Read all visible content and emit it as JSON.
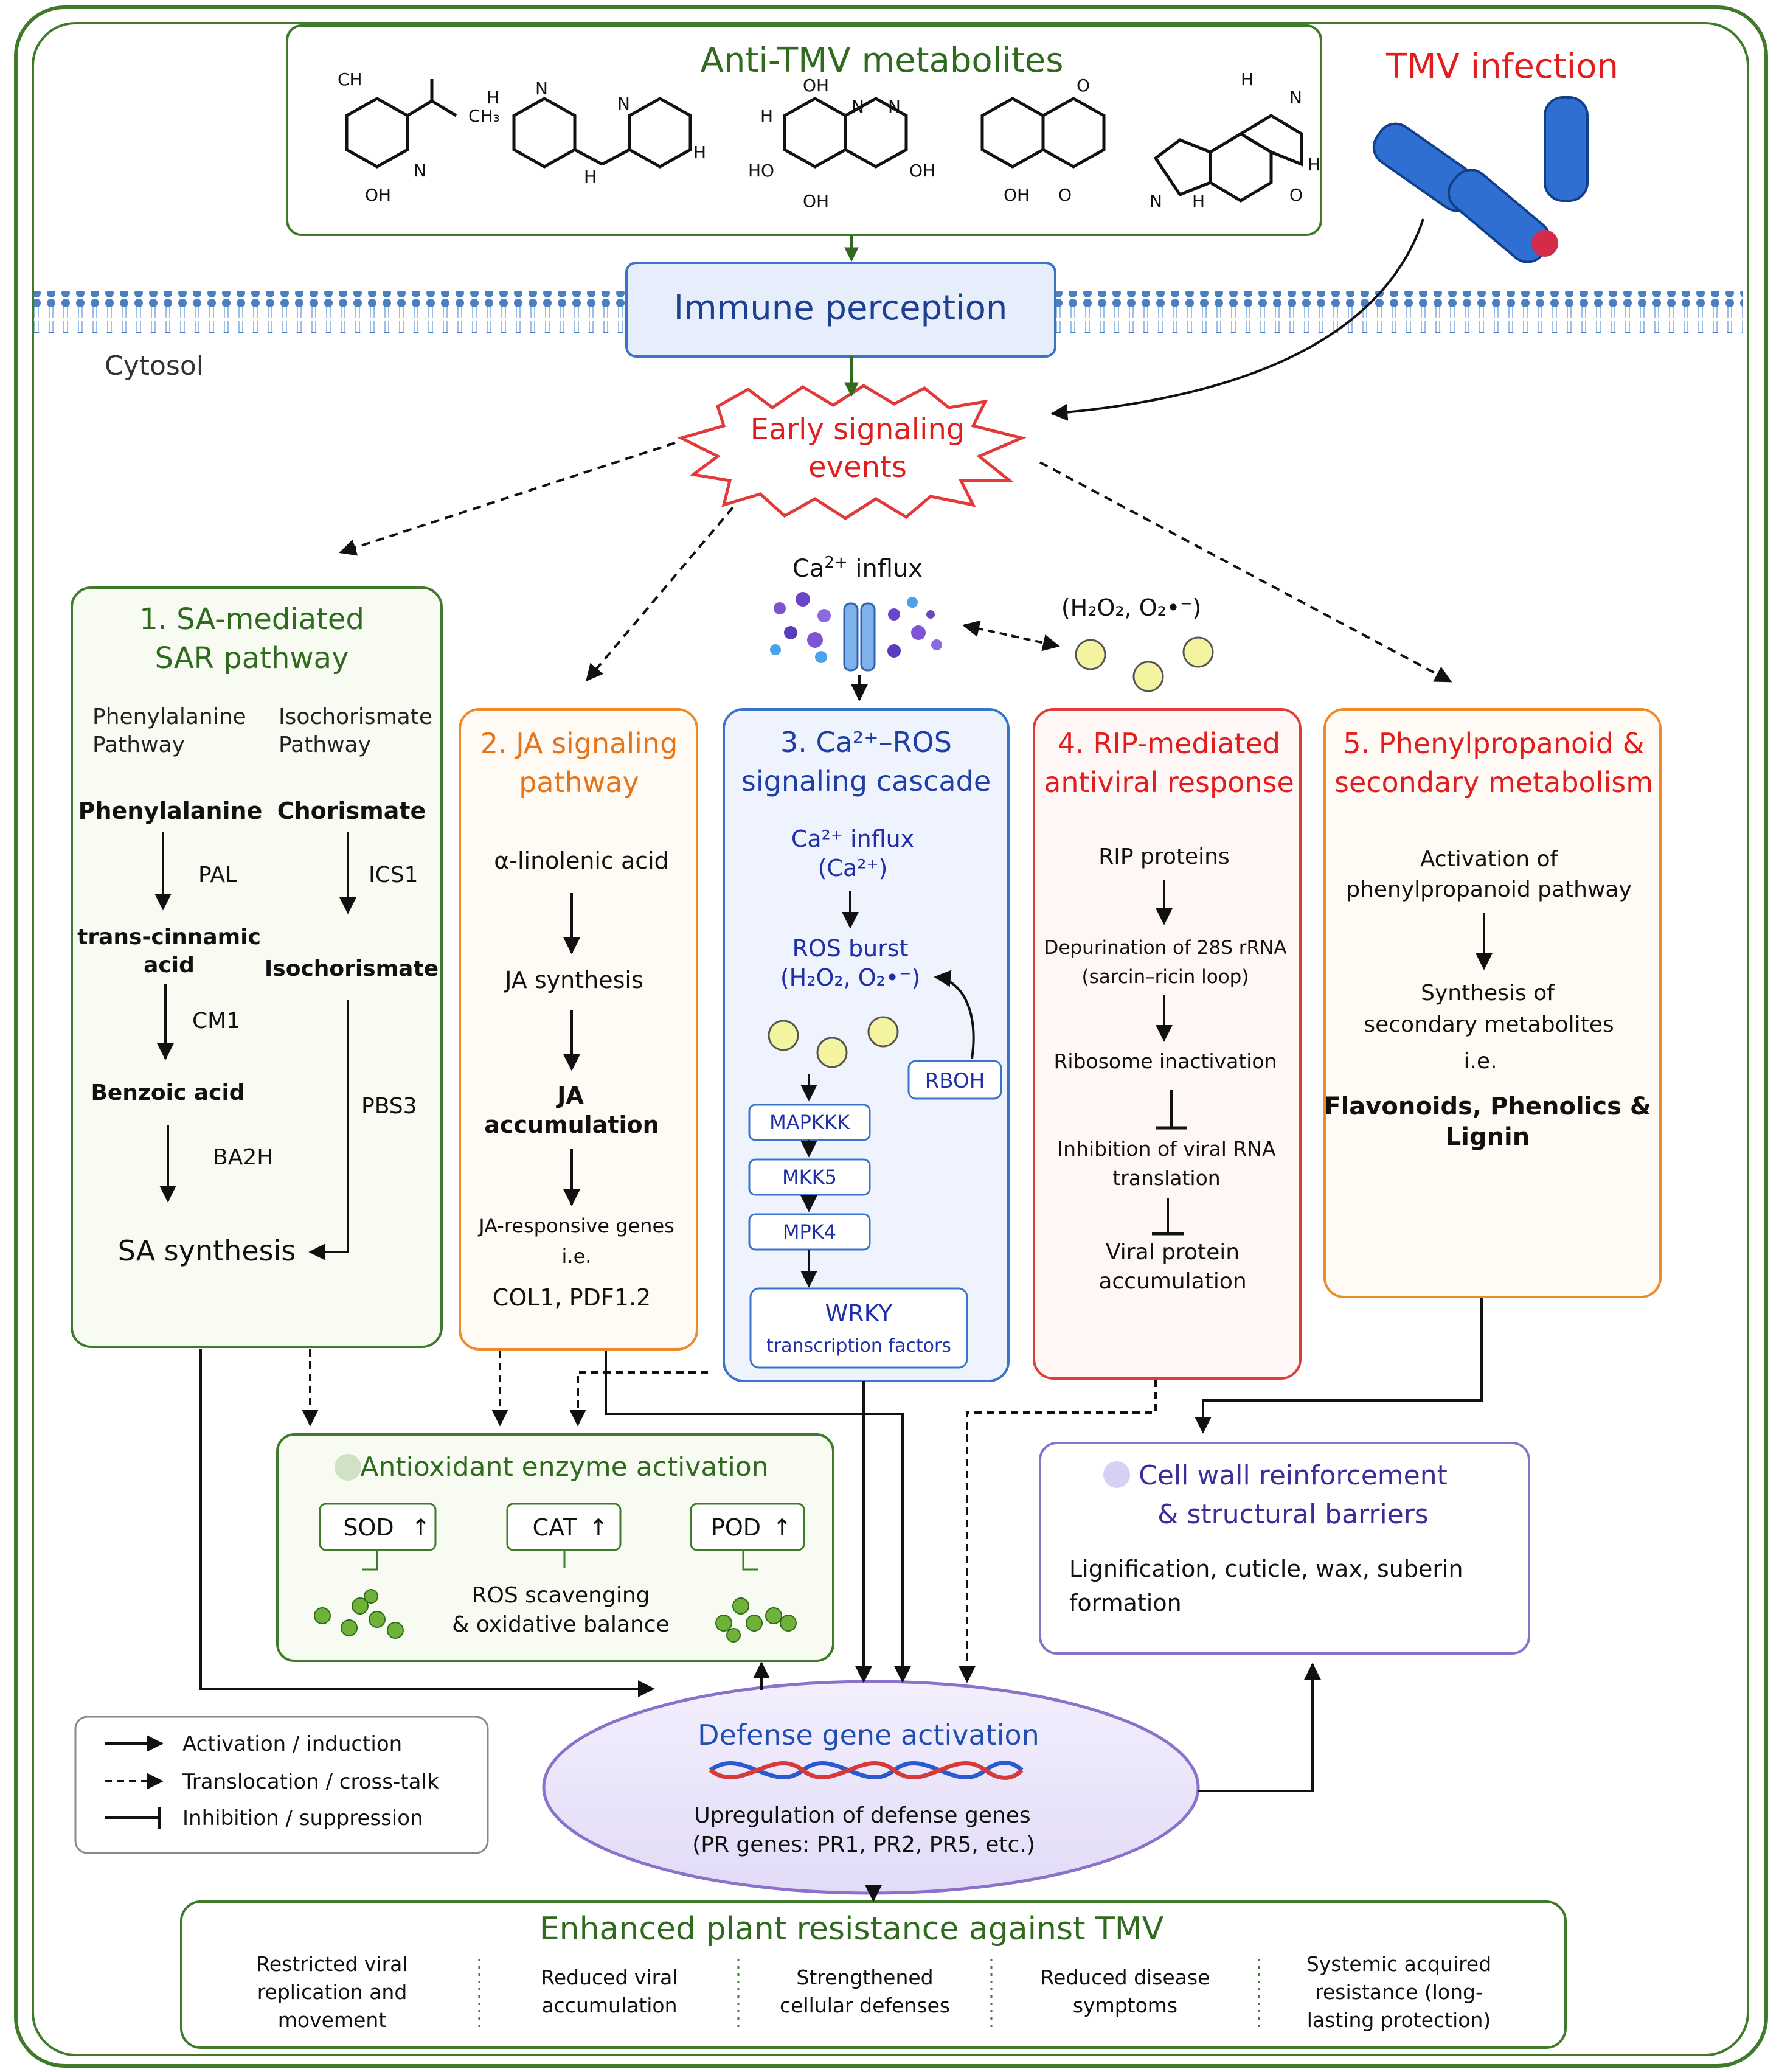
{
  "colors": {
    "green": "#3f7a2a",
    "orange": "#ef8a2a",
    "blue": "#3a74c9",
    "red": "#e23a3a",
    "purple": "#8a72cc",
    "dark_blue_text": "#1f2fa8",
    "red_text": "#e01e1e"
  },
  "metabolites": {
    "title": "Anti-TMV metabolites"
  },
  "tmv": {
    "title": "TMV infection"
  },
  "immune": {
    "label": "Immune perception"
  },
  "cytosol": "Cytosol",
  "early": {
    "line1": "Early signaling",
    "line2": "events"
  },
  "ca_influx_top": {
    "label": "Ca",
    "sup": "2+",
    "rest": " influx"
  },
  "ros_top": {
    "label": "(H₂O₂, O₂•⁻)"
  },
  "sa": {
    "title1": "1. SA-mediated",
    "title2": "SAR pathway",
    "col1_head1": "Phenylalanine",
    "col1_head2": "Pathway",
    "col2_head1": "Isochorismate",
    "col2_head2": "Pathway",
    "phe": "Phenylalanine",
    "pal": "PAL",
    "tca1": "trans-cinnamic",
    "tca2": "acid",
    "cm1": "CM1",
    "benzoic": "Benzoic acid",
    "ba2h": "BA2H",
    "chorismate": "Chorismate",
    "ics1": "ICS1",
    "isochorismate": "Isochorismate",
    "pbs3": "PBS3",
    "sa_synthesis": "SA synthesis"
  },
  "ja": {
    "title1": "2. JA signaling",
    "title2": "pathway",
    "linolenic": "α-linolenic acid",
    "synthesis": "JA synthesis",
    "accum1": "JA",
    "accum2": "accumulation",
    "genes": "JA-responsive genes",
    "ie": "i.e.",
    "col": "COL1, PDF1.2"
  },
  "ca": {
    "title1": "3. Ca²⁺–ROS",
    "title2": "signaling cascade",
    "influx1": "Ca²⁺ influx",
    "influx2": "(Ca²⁺)",
    "ros1": "ROS burst",
    "ros2": "(H₂O₂, O₂•⁻)",
    "rboh": "RBOH",
    "mapkkk": "MAPKKK",
    "mkk5": "MKK5",
    "mpk4": "MPK4",
    "wrky": "WRKY",
    "wrky_sub": "transcription factors"
  },
  "rip": {
    "title1": "4. RIP-mediated",
    "title2": "antiviral response",
    "proteins": "RIP proteins",
    "depur1": "Depurination of 28S rRNA",
    "depur2": "(sarcin–ricin loop)",
    "ribo": "Ribosome inactivation",
    "inhib1": "Inhibition of viral RNA",
    "inhib2": "translation",
    "viral1": "Viral protein",
    "viral2": "accumulation"
  },
  "phenyl": {
    "title1": "5. Phenylpropanoid &",
    "title2": "secondary metabolism",
    "act1": "Activation of",
    "act2": "phenylpropanoid pathway",
    "syn1": "Synthesis of",
    "syn2": "secondary metabolites",
    "ie": "i.e.",
    "flav1": "Flavonoids, Phenolics &",
    "flav2": "Lignin"
  },
  "antiox": {
    "title": "Antioxidant enzyme activation",
    "sod": "SOD",
    "cat": "CAT",
    "pod": "POD",
    "scav1": "ROS scavenging",
    "scav2": "& oxidative balance"
  },
  "cellwall": {
    "title1": "Cell wall reinforcement",
    "title2": "& structural barriers",
    "body1": "Lignification, cuticle, wax, suberin",
    "body2": "formation"
  },
  "defense": {
    "title": "Defense gene activation",
    "body1": "Upregulation of defense genes",
    "body2": "(PR genes: PR1, PR2, PR5, etc.)"
  },
  "legend": {
    "activation": "Activation / induction",
    "translocation": "Translocation / cross-talk",
    "inhibition": "Inhibition / suppression"
  },
  "enhanced": {
    "title": "Enhanced plant resistance against TMV",
    "o1": [
      "Restricted viral",
      "replication and",
      "movement"
    ],
    "o2": [
      "Reduced viral",
      "accumulation"
    ],
    "o3": [
      "Strengthened",
      "cellular defenses"
    ],
    "o4": [
      "Reduced disease",
      "symptoms"
    ],
    "o5": [
      "Systemic acquired",
      "resistance (long-",
      "lasting protection)"
    ]
  }
}
